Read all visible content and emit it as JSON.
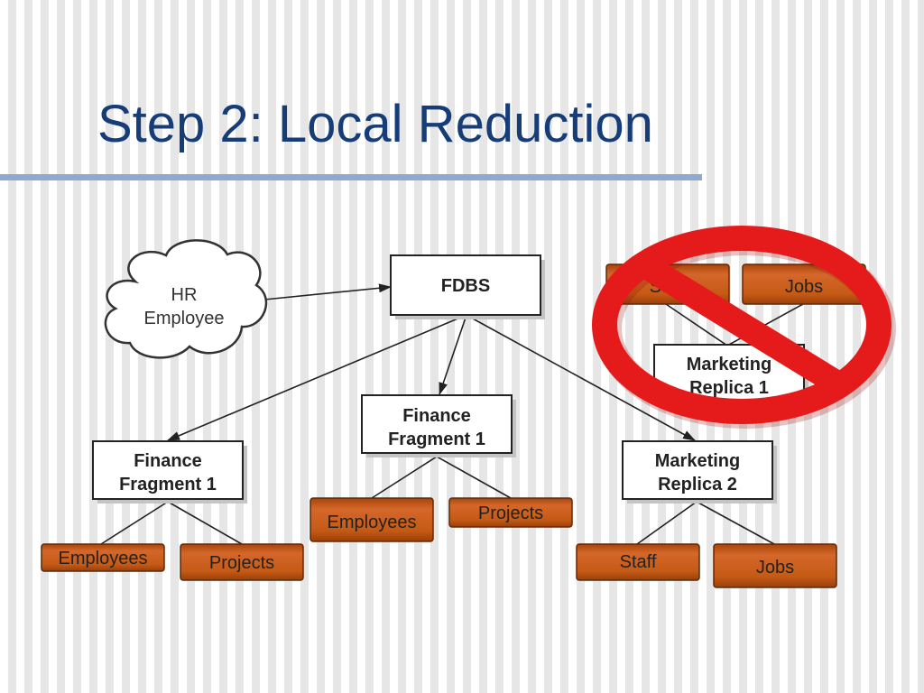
{
  "slide": {
    "title": "Step 2: Local Reduction"
  },
  "diagram": {
    "source": {
      "label": [
        "HR",
        "Employee"
      ]
    },
    "hub": {
      "label": "FDBS"
    },
    "fragments": [
      {
        "label": [
          "Finance",
          "Fragment 1"
        ],
        "tables": [
          "Employees",
          "Projects"
        ]
      },
      {
        "label": [
          "Finance",
          "Fragment 1"
        ],
        "tables": [
          "Employees",
          "Projects"
        ]
      },
      {
        "label": [
          "Marketing",
          "Replica 2"
        ],
        "tables": [
          "Staff",
          "Jobs"
        ]
      }
    ],
    "eliminated": {
      "label": [
        "Marketing",
        "Replica 1"
      ],
      "tables": [
        "Staff",
        "Jobs"
      ],
      "overlay_icon": "prohibition-sign-icon"
    }
  },
  "colors": {
    "title": "#173d78",
    "title_rule": "#8fa9cf",
    "table_fill": "#c55a15",
    "table_border": "#5e2a07",
    "prohibition": "#e51b1b",
    "background_stripe": "#e6e6e6"
  }
}
